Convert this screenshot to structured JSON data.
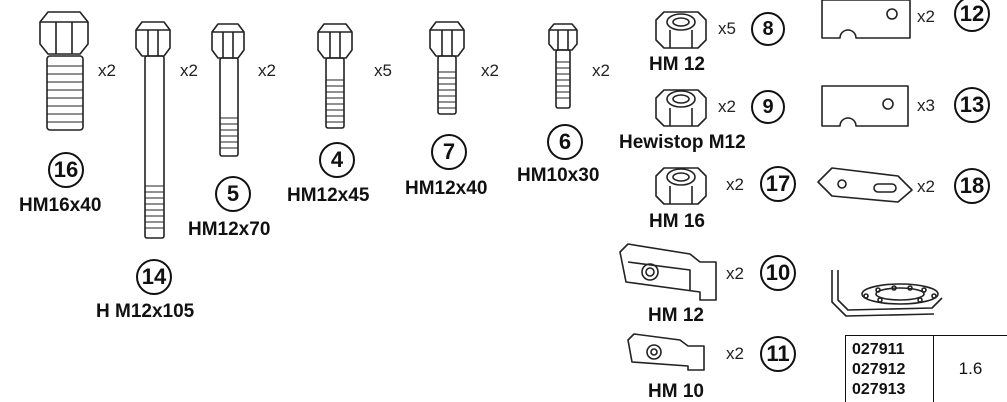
{
  "parts": [
    {
      "id": "16",
      "quantity": "x2",
      "label": "HM16x40"
    },
    {
      "id": "14",
      "quantity": "x2",
      "label": "H M12x105"
    },
    {
      "id": "5",
      "quantity": "x2",
      "label": "HM12x70"
    },
    {
      "id": "4",
      "quantity": "x5",
      "label": "HM12x45"
    },
    {
      "id": "7",
      "quantity": "x2",
      "label": "HM12x40"
    },
    {
      "id": "6",
      "quantity": "x2",
      "label": "HM10x30"
    },
    {
      "id": "8",
      "quantity": "x5",
      "label": "HM 12"
    },
    {
      "id": "9",
      "quantity": "x2",
      "label": "Hewistop M12"
    },
    {
      "id": "17",
      "quantity": "x2",
      "label": "HM 16"
    },
    {
      "id": "10",
      "quantity": "x2",
      "label": "HM 12"
    },
    {
      "id": "11",
      "quantity": "x2",
      "label": "HM 10"
    },
    {
      "id": "12",
      "quantity": "x2",
      "label": ""
    },
    {
      "id": "13",
      "quantity": "x3",
      "label": ""
    },
    {
      "id": "18",
      "quantity": "x2",
      "label": ""
    }
  ],
  "reference_table": {
    "codes": [
      "027911",
      "027912",
      "027913"
    ],
    "version": "1.6"
  }
}
